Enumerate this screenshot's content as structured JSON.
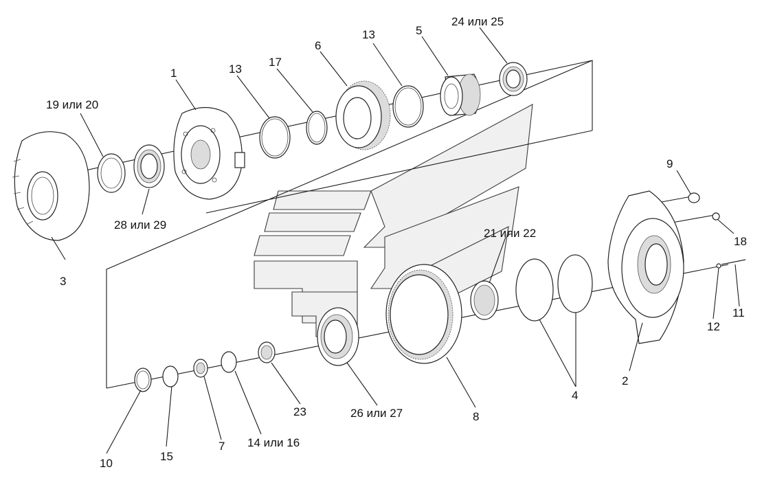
{
  "labels": [
    {
      "id": "p1",
      "text": "1"
    },
    {
      "id": "p2",
      "text": "2"
    },
    {
      "id": "p3",
      "text": "3"
    },
    {
      "id": "p4",
      "text": "4"
    },
    {
      "id": "p5",
      "text": "5"
    },
    {
      "id": "p6",
      "text": "6"
    },
    {
      "id": "p7",
      "text": "7"
    },
    {
      "id": "p8",
      "text": "8"
    },
    {
      "id": "p9",
      "text": "9"
    },
    {
      "id": "p10",
      "text": "10"
    },
    {
      "id": "p11",
      "text": "11"
    },
    {
      "id": "p12",
      "text": "12"
    },
    {
      "id": "p13a",
      "text": "13"
    },
    {
      "id": "p13b",
      "text": "13"
    },
    {
      "id": "p14",
      "text": "14 или 16"
    },
    {
      "id": "p15",
      "text": "15"
    },
    {
      "id": "p17",
      "text": "17"
    },
    {
      "id": "p18",
      "text": "18"
    },
    {
      "id": "p19",
      "text": "19 или 20"
    },
    {
      "id": "p21",
      "text": "21 или 22"
    },
    {
      "id": "p23",
      "text": "23"
    },
    {
      "id": "p24",
      "text": "24 или 25"
    },
    {
      "id": "p26",
      "text": "26 или 27"
    },
    {
      "id": "p28",
      "text": "28 или 29"
    }
  ]
}
